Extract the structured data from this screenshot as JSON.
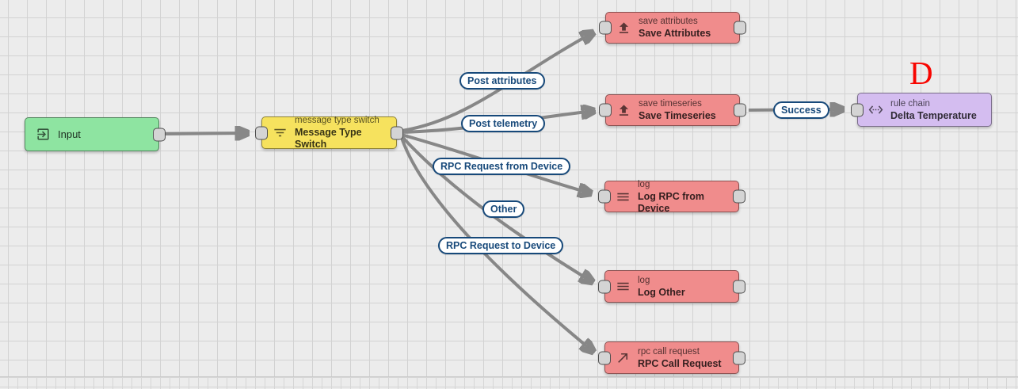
{
  "canvas": {
    "background_color": "#ececec",
    "grid_line_color": "#d2d2d2"
  },
  "annotation": {
    "text": "D",
    "color": "#f80500"
  },
  "colors": {
    "input_node": "#8ee4a1",
    "switch_node": "#f6e25e",
    "action_node": "#f08c8c",
    "rule_chain_node": "#d4bdf0",
    "edge": "#878787",
    "link_label": "#17497a",
    "port_fill": "#d4d4d4"
  },
  "nodes": {
    "input": {
      "name": "Input"
    },
    "message_type_switch": {
      "type": "message type switch",
      "name": "Message Type Switch"
    },
    "save_attributes": {
      "type": "save attributes",
      "name": "Save Attributes"
    },
    "save_timeseries": {
      "type": "save timeseries",
      "name": "Save Timeseries"
    },
    "delta_temperature": {
      "type": "rule chain",
      "name": "Delta Temperature"
    },
    "log_rpc_from_device": {
      "type": "log",
      "name": "Log RPC from Device"
    },
    "log_other": {
      "type": "log",
      "name": "Log Other"
    },
    "rpc_call_request": {
      "type": "rpc call request",
      "name": "RPC Call Request"
    }
  },
  "links": {
    "post_attributes": {
      "label": "Post attributes"
    },
    "post_telemetry": {
      "label": "Post telemetry"
    },
    "rpc_request_from_device": {
      "label": "RPC Request from Device"
    },
    "other": {
      "label": "Other"
    },
    "rpc_request_to_device": {
      "label": "RPC Request to Device"
    },
    "success": {
      "label": "Success"
    }
  }
}
